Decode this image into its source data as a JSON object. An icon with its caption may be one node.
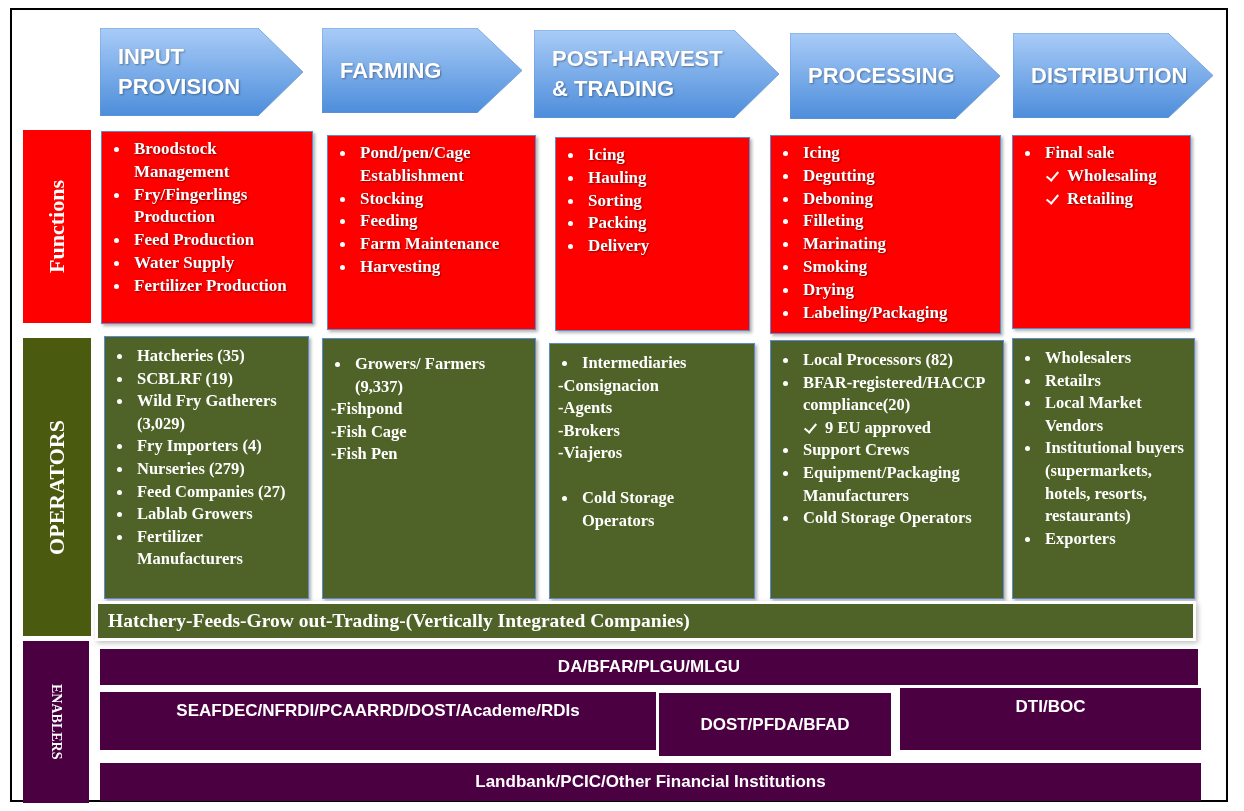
{
  "diagram": {
    "nodes": [
      {
        "text": [
          "INPUT PROVISION"
        ]
      },
      {
        "text": [
          "FARMING"
        ]
      },
      {
        "text": [
          "POST-HARVEST & TRADING"
        ]
      },
      {
        "text": [
          "PROCESSING"
        ]
      },
      {
        "text": [
          "DISTRIBUTION"
        ]
      },
      {
        "text": [
          "Functions"
        ]
      },
      {
        "text": [
          "Broodstock Management",
          "Fry/Fingerlings Production",
          "Feed Production",
          "Water Supply",
          "Fertilizer Production"
        ]
      },
      {
        "text": [
          "Pond/pen/Cage Establishment",
          "Stocking",
          "Feeding",
          "Farm Maintenance",
          "Harvesting"
        ]
      },
      {
        "text": [
          "Icing",
          "Hauling",
          "Sorting",
          "Packing",
          "Delivery"
        ]
      },
      {
        "text": [
          "Icing",
          "Degutting",
          "Deboning",
          "Filleting",
          "Marinating",
          "Smoking",
          "Drying",
          "Labeling/Packaging"
        ]
      },
      {
        "text": [
          "Final sale",
          "Wholesaling",
          "Retailing"
        ]
      },
      {
        "text": [
          "OPERATORS"
        ]
      },
      {
        "text": [
          "Hatcheries  (35)",
          "SCBLRF (19)",
          "Wild Fry Gatherers (3,029)",
          "Fry Importers (4)",
          "Nurseries (279)",
          "Feed Companies (27)",
          "Lablab Growers",
          "Fertilizer Manufacturers"
        ]
      },
      {
        "text": [
          "Growers/ Farmers (9,337)",
          "-Fishpond",
          "-Fish Cage",
          "-Fish Pen"
        ]
      },
      {
        "text": [
          "Intermediaries",
          "-Consignacion",
          "-Agents",
          "-Brokers",
          "-Viajeros",
          "Cold Storage Operators"
        ]
      },
      {
        "text": [
          "Local Processors (82)",
          "BFAR-registered/HACCP compliance(20)",
          "9 EU approved",
          "Support Crews",
          "Equipment/Packaging Manufacturers",
          "Cold Storage Operators"
        ]
      },
      {
        "text": [
          "Wholesalers",
          "Retailrs",
          "Local Market Vendors",
          "Institutional buyers (supermarkets, hotels, resorts, restaurants)",
          "Exporters"
        ]
      },
      {
        "text": [
          "Hatchery-Feeds-Grow out-Trading-(Vertically Integrated Companies)"
        ]
      },
      {
        "text": [
          "ENABLERS"
        ]
      },
      {
        "text": [
          "DA/BFAR/PLGU/MLGU"
        ]
      },
      {
        "text": [
          "SEAFDEC/NFRDI/PCAARRD/DOST/Academe/RDIs"
        ]
      },
      {
        "text": [
          "DOST/PFDA/BFAD"
        ]
      },
      {
        "text": [
          "DTI/BOC"
        ]
      },
      {
        "text": [
          "Landbank/PCIC/Other Financial Institutions"
        ]
      }
    ]
  }
}
